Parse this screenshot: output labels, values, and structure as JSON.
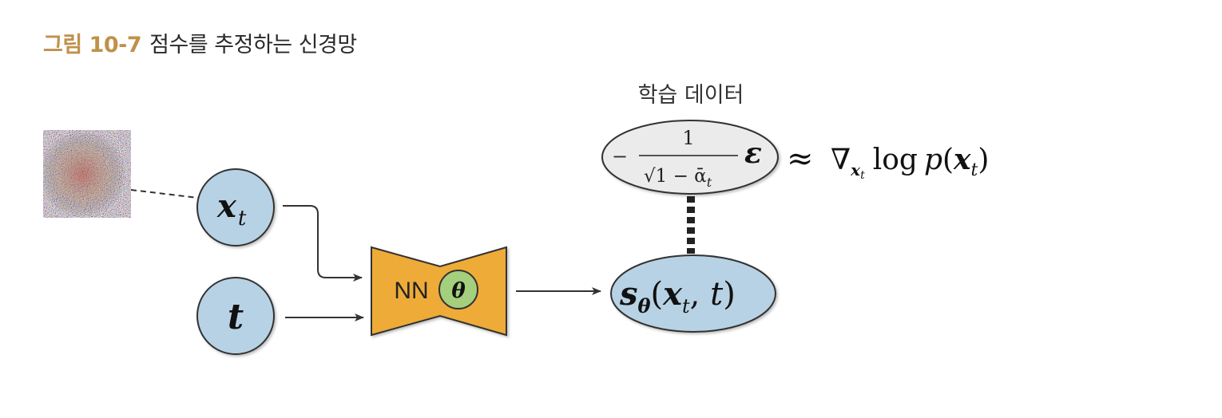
{
  "figure": {
    "number": "그림 10-7",
    "title": "점수를 추정하는 신경망"
  },
  "nodes": {
    "xt": {
      "label_main": "x",
      "label_sub": "t"
    },
    "t": {
      "label": "t"
    },
    "nn": {
      "label": "NN",
      "param": "θ"
    },
    "output": {
      "label_s": "s",
      "label_s_sub": "θ",
      "label_args": "(x",
      "label_args_sub": "t",
      "label_args_end": ", t)"
    },
    "target": {
      "caption": "학습 데이터",
      "minus": "−",
      "numerator": "1",
      "denominator": "√1 − ᾱ",
      "denominator_sub": "t",
      "epsilon": "ε"
    },
    "approx": {
      "symbol": "≈",
      "nabla": "∇",
      "nabla_sub": "x",
      "nabla_sub_sub": "t",
      "log": "log",
      "p": "p(x",
      "p_sub": "t",
      "p_end": ")"
    }
  },
  "colors": {
    "node_blue": "#b7d2e4",
    "nn_orange": "#eeab37",
    "theta_green": "#a4cf7c",
    "target_gray": "#ebebeb",
    "caption_gold": "#c0914a"
  },
  "icons": {
    "noise_image": "noisy-image-thumbnail"
  }
}
